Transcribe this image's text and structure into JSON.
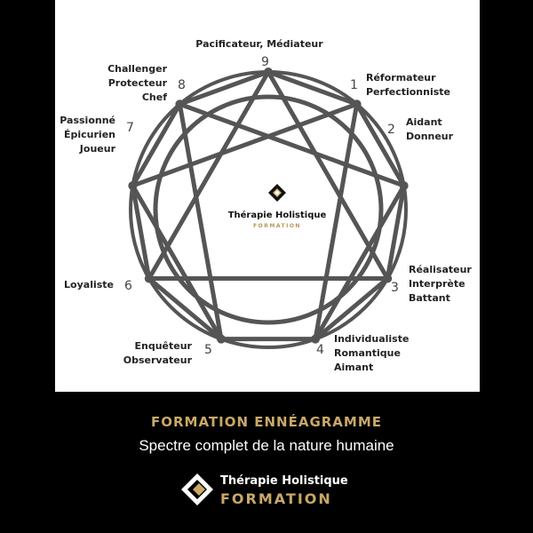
{
  "colors": {
    "background": "#000000",
    "panel": "#ffffff",
    "diagram": "#555555",
    "gold": "#c9a868",
    "text": "#222222"
  },
  "types": [
    {
      "number": "9",
      "label": "Pacificateur, Médiateur"
    },
    {
      "number": "1",
      "label": "Réformateur\nPerfectionniste"
    },
    {
      "number": "2",
      "label": "Aidant\nDonneur"
    },
    {
      "number": "3",
      "label": "Réalisateur\nInterprète\nBattant"
    },
    {
      "number": "4",
      "label": "Individualiste\nRomantique\nAimant"
    },
    {
      "number": "5",
      "label": "Enquêteur\nObservateur"
    },
    {
      "number": "6",
      "label": "Loyaliste"
    },
    {
      "number": "7",
      "label": "Passionné\nÉpicurien\nJoueur"
    },
    {
      "number": "8",
      "label": "Challenger\nProtecteur\nChef"
    }
  ],
  "center_logo": {
    "brand": "Thérapie Holistique",
    "sub": "FORMATION",
    "icon": "diamond-logo-icon"
  },
  "title": "FORMATION ENNÉAGRAMME",
  "subtitle": "Spectre complet de la nature humaine",
  "footer_logo": {
    "brand": "Thérapie Holistique",
    "sub": "FORMATION",
    "icon": "diamond-logo-icon"
  }
}
